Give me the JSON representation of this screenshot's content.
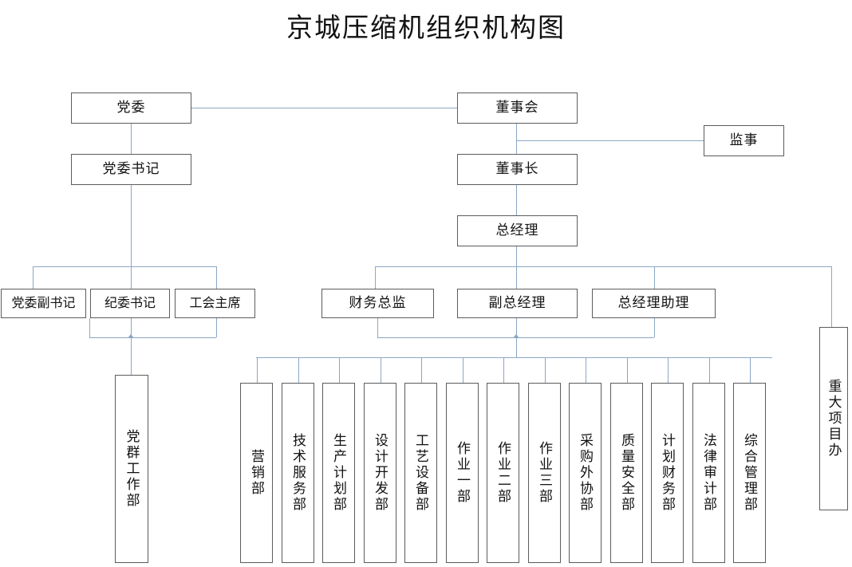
{
  "title": "京城压缩机组织机构图",
  "colors": {
    "connector": "#8ba6c4",
    "box_border": "#5c5c5c",
    "text": "#111111",
    "background": "#ffffff"
  },
  "nodes": {
    "party_committee": "党委",
    "party_secretary": "党委书记",
    "board_of_directors": "董事会",
    "supervisor": "监事",
    "chairman": "董事长",
    "general_manager": "总经理",
    "deputy_party_secretary": "党委副书记",
    "discipline_secretary": "纪委书记",
    "union_chairman": "工会主席",
    "cfo": "财务总监",
    "deputy_general_manager": "副总经理",
    "gm_assistant": "总经理助理",
    "party_mass_work_dept": "党群工作部",
    "major_project_office": "重大项目办"
  },
  "departments": [
    {
      "label": "营销部"
    },
    {
      "label": "技术服务部"
    },
    {
      "label": "生产计划部"
    },
    {
      "label": "设计开发部"
    },
    {
      "label": "工艺设备部"
    },
    {
      "label": "作业一部"
    },
    {
      "label": "作业二部"
    },
    {
      "label": "作业三部"
    },
    {
      "label": "采购外协部"
    },
    {
      "label": "质量安全部"
    },
    {
      "label": "计划财务部"
    },
    {
      "label": "法律审计部"
    },
    {
      "label": "综合管理部"
    }
  ]
}
